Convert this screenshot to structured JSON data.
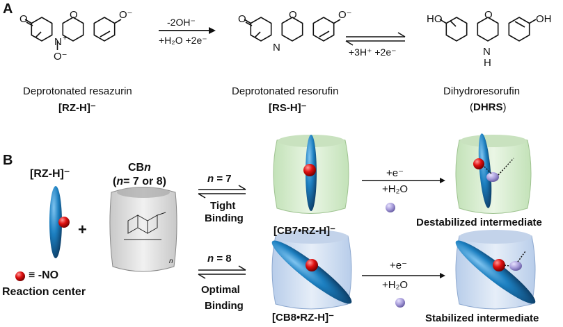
{
  "panels": {
    "a": "A",
    "b": "B"
  },
  "scheme_a": {
    "compounds": [
      {
        "name": "Deprotonated resazurin",
        "abbr": "[RZ-H]⁻"
      },
      {
        "name": "Deprotonated resorufin",
        "abbr": "[RS-H]⁻"
      },
      {
        "name": "Dihydroresorufin",
        "abbr_open": "(",
        "abbr": "DHRS",
        "abbr_close": ")"
      }
    ],
    "atoms": {
      "o": "O",
      "o_minus": "O⁻",
      "n": "N",
      "n_plus": "+",
      "ho": "HO",
      "oh": "OH",
      "h": "H"
    },
    "step1": {
      "top": "-2OH⁻",
      "bottom": "+H₂O +2e⁻"
    },
    "step2": {
      "bottom": "+3H⁺ +2e⁻"
    }
  },
  "scheme_b": {
    "guest_label": "[RZ-H]⁻",
    "plus": "+",
    "host_label_prefix": "CB",
    "host_label_n": "n",
    "host_sub_open": "(",
    "host_sub_n": "n",
    "host_sub_rest": "= 7 or 8)",
    "host_subscript": "n",
    "legend_symbol": "≡ -NO",
    "legend_label": "Reaction center",
    "upper": {
      "eq_n": "n",
      "eq_value": "= 7",
      "binding_1": "Tight",
      "binding_2": "Binding",
      "complex": "[CB7•RZ-H]⁻",
      "reagent_1": "+e⁻",
      "reagent_2": "+H₂O",
      "result": "Destabilized intermediate"
    },
    "lower": {
      "eq_n": "n",
      "eq_value": "= 8",
      "binding_1": "Optimal",
      "binding_2": "Binding",
      "complex": "[CB8•RZ-H]⁻",
      "reagent_1": "+e⁻",
      "reagent_2": "+H₂O",
      "result": "Stabilized intermediate"
    }
  },
  "colors": {
    "ellipse_blue": "#1c7fc0",
    "red_ball": "#e01010",
    "lavender": "#a59ad8",
    "cb7_tint": "#cfe8c6",
    "cb8_tint": "#c6d6ee",
    "host_gray": "#d9d9d9"
  }
}
